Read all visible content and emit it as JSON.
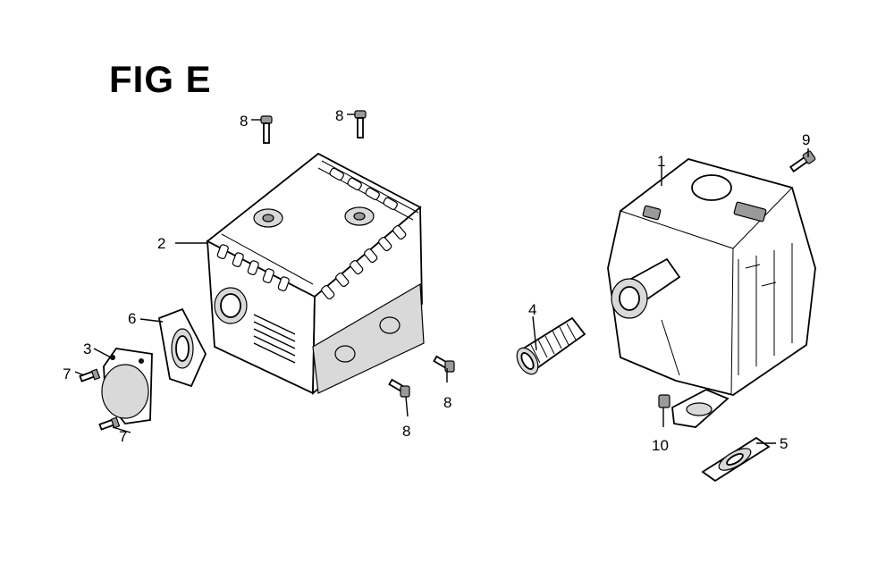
{
  "figure": {
    "title": "FIG E",
    "callouts": {
      "c1": "1",
      "c2": "2",
      "c3": "3",
      "c4": "4",
      "c5": "5",
      "c6": "6",
      "c7a": "7",
      "c7b": "7",
      "c8a": "8",
      "c8b": "8",
      "c8c": "8",
      "c8d": "8",
      "c9": "9",
      "c10": "10"
    }
  }
}
